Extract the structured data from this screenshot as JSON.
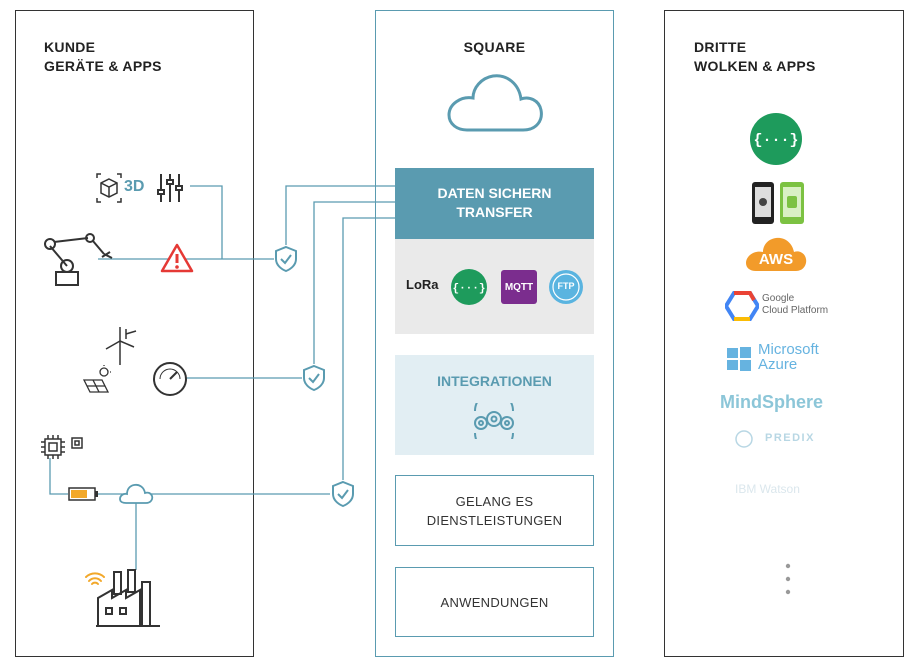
{
  "left": {
    "title_line1": "KUNDE",
    "title_line2": "GERÄTE & APPS",
    "icon_3d_label": "3D"
  },
  "middle": {
    "title": "SQUARE",
    "secure_line1": "DATEN SICHERN",
    "secure_line2": "TRANSFER",
    "protocols": [
      "LoRa",
      "MQTT",
      "FTP"
    ],
    "integrations": "INTEGRATIONEN",
    "services_line1": "GELANG ES",
    "services_line2": "DIENSTLEISTUNGEN",
    "applications": "ANWENDUNGEN"
  },
  "right": {
    "title_line1": "DRITTE",
    "title_line2": "WOLKEN & APPS",
    "aws": "AWS",
    "google_line1": "Google",
    "google_line2": "Cloud Platform",
    "azure_line1": "Microsoft",
    "azure_line2": "Azure",
    "mindsphere": "MindSphere",
    "predix": "PREDIX",
    "ibm": "IBM Watson"
  },
  "colors": {
    "accent": "#5a9bb0",
    "warning": "#e53935",
    "mqtt": "#7b2d8e",
    "node_green": "#1e9b5c",
    "aws_orange": "#f29b2a"
  },
  "icons": [
    "cube-3d-icon",
    "sliders-icon",
    "robot-arm-icon",
    "warning-icon",
    "shield-check-icon",
    "wind-turbine-icon",
    "solar-panel-icon",
    "gauge-icon",
    "chip-icon",
    "battery-icon",
    "cloud-icon",
    "wifi-icon",
    "factory-icon",
    "gears-icon",
    "smartphone-icon",
    "windows-icon",
    "ge-icon",
    "more-dots-icon"
  ]
}
